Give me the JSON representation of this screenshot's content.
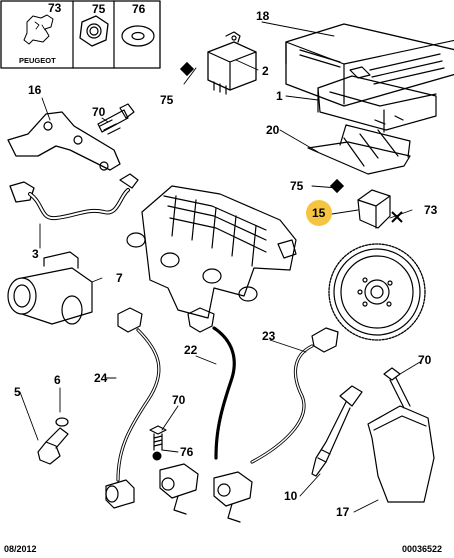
{
  "header_box": {
    "brand": "PEUGEOT",
    "labels": [
      "73",
      "75",
      "76"
    ]
  },
  "callouts": [
    {
      "id": "c18",
      "text": "18"
    },
    {
      "id": "c2",
      "text": "2"
    },
    {
      "id": "c75a",
      "text": "75"
    },
    {
      "id": "c1",
      "text": "1"
    },
    {
      "id": "c16",
      "text": "16"
    },
    {
      "id": "c70a",
      "text": "70"
    },
    {
      "id": "c20",
      "text": "20"
    },
    {
      "id": "c75b",
      "text": "75"
    },
    {
      "id": "c15",
      "text": "15"
    },
    {
      "id": "c73",
      "text": "73"
    },
    {
      "id": "c3",
      "text": "3"
    },
    {
      "id": "c7",
      "text": "7"
    },
    {
      "id": "c22",
      "text": "22"
    },
    {
      "id": "c23",
      "text": "23"
    },
    {
      "id": "c24",
      "text": "24"
    },
    {
      "id": "c6",
      "text": "6"
    },
    {
      "id": "c5",
      "text": "5"
    },
    {
      "id": "c70b",
      "text": "70"
    },
    {
      "id": "c76",
      "text": "76"
    },
    {
      "id": "c70c",
      "text": "70"
    },
    {
      "id": "c10",
      "text": "10"
    },
    {
      "id": "c17",
      "text": "17"
    }
  ],
  "highlight_color": "#f5c542",
  "footer": {
    "date": "08/2012",
    "reference": "00036522"
  }
}
